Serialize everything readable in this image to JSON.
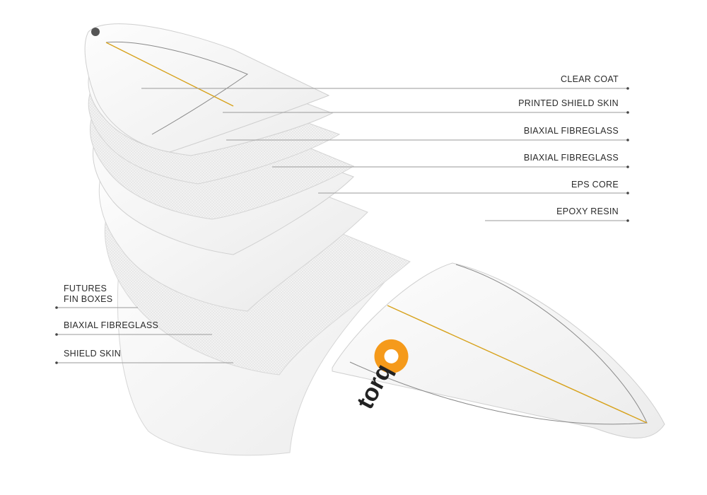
{
  "diagram": {
    "right_labels": [
      {
        "id": "clear-coat",
        "text": "CLEAR COAT"
      },
      {
        "id": "printed-shield-skin",
        "text": "PRINTED SHIELD SKIN"
      },
      {
        "id": "biaxial-fibreglass-top-1",
        "text": "BIAXIAL FIBREGLASS"
      },
      {
        "id": "biaxial-fibreglass-top-2",
        "text": "BIAXIAL FIBREGLASS"
      },
      {
        "id": "eps-core",
        "text": "EPS CORE"
      },
      {
        "id": "epoxy-resin",
        "text": "EPOXY RESIN"
      }
    ],
    "left_labels": [
      {
        "id": "futures-fin-boxes",
        "lines": [
          "FUTURES",
          "FIN BOXES"
        ]
      },
      {
        "id": "biaxial-fibreglass-bottom",
        "text": "BIAXIAL FIBREGLASS"
      },
      {
        "id": "shield-skin",
        "text": "SHIELD SKIN"
      }
    ],
    "logo_text": "torq",
    "colors": {
      "stringer": "#d7a21c",
      "logo_orange": "#f59a1b",
      "logo_dark": "#222222",
      "leader_line": "#9a9a9a"
    }
  }
}
